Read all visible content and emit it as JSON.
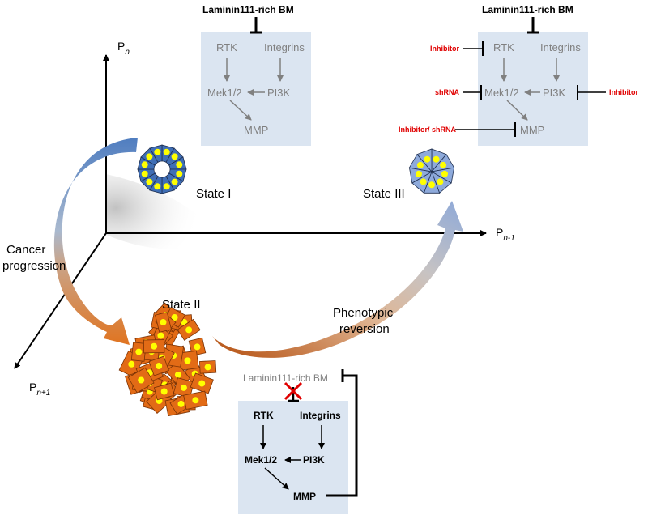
{
  "axes": {
    "y": "P",
    "y_sub": "n",
    "x": "P",
    "x_sub": "n-1",
    "z": "P",
    "z_sub": "n+1"
  },
  "states": {
    "state1": "State I",
    "state2": "State II",
    "state3": "State III"
  },
  "labels": {
    "cancer_line1": "Cancer",
    "cancer_line2": "progression",
    "reversion_line1": "Phenotypic",
    "reversion_line2": "reversion"
  },
  "pathway_top_left": {
    "bm": "Laminin111-rich BM",
    "rtk": "RTK",
    "integrins": "Integrins",
    "mek": "Mek1/2",
    "pi3k": "PI3K",
    "mmp": "MMP"
  },
  "pathway_top_right": {
    "bm": "Laminin111-rich BM",
    "rtk": "RTK",
    "integrins": "Integrins",
    "mek": "Mek1/2",
    "pi3k": "PI3K",
    "mmp": "MMP",
    "inhibitor_rtk": "Inhibitor",
    "shrna_mek": "shRNA",
    "inhibitor_pi3k": "Inhibitor",
    "inhibitor_shrna_mmp": "Inhibitor/ shRNA"
  },
  "pathway_bottom": {
    "bm": "Laminin111-rich BM",
    "rtk": "RTK",
    "integrins": "Integrins",
    "mek": "Mek1/2",
    "pi3k": "PI3K",
    "mmp": "MMP"
  },
  "colors": {
    "box_fill": "#dbe5f1",
    "state1_blue": "#3f6eb5",
    "state3_blue": "#8eaadb",
    "state2_orange": "#e26b16",
    "nucleus": "#ffff00",
    "red": "#e00000",
    "gray_text": "#808080"
  }
}
